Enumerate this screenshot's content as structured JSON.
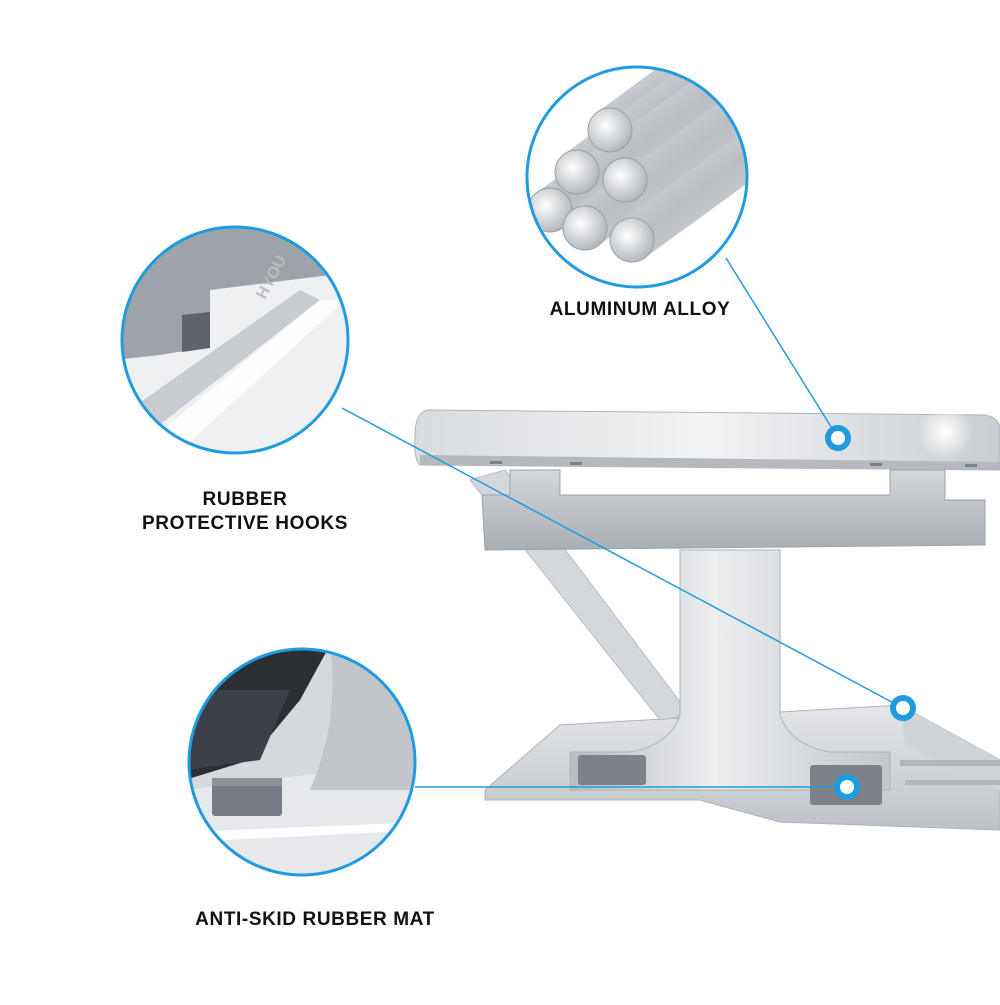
{
  "callouts": {
    "aluminum_alloy": {
      "label": "ALUMINUM ALLOY",
      "icon": "aluminum-rods-closeup"
    },
    "rubber_hooks": {
      "line1": "RUBBER",
      "line2": "PROTECTIVE HOOKS",
      "icon": "hook-closeup"
    },
    "anti_skid": {
      "label": "ANTI-SKID RUBBER MAT",
      "icon": "rubber-mat-closeup"
    }
  },
  "brand_mark": "HYOU",
  "colors": {
    "accent": "#1f9ce0",
    "aluminum_light": "#e9ebee",
    "aluminum_mid": "#c7cbd0",
    "aluminum_dark": "#9ea3a9",
    "rubber": "#7d8188",
    "label_text": "#111111"
  }
}
